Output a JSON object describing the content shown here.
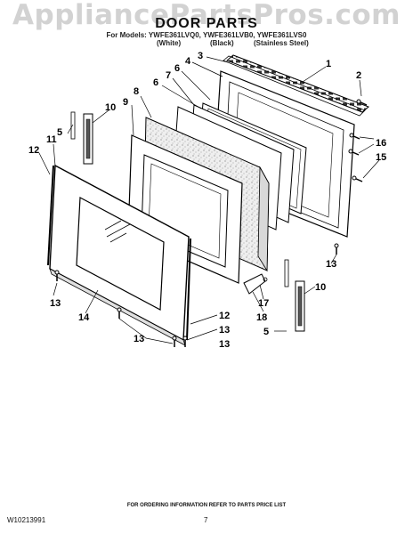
{
  "watermark": "AppliancePartsPros.com",
  "title": "DOOR PARTS",
  "models": "For Models: YWFE361LVQ0, YWFE361LVB0, YWFE361LVS0",
  "finishes": {
    "white": "(White)",
    "black": "(Black)",
    "stainless": "(Stainless Steel)"
  },
  "callouts": [
    "1",
    "2",
    "3",
    "4",
    "5",
    "5",
    "6",
    "6",
    "7",
    "8",
    "9",
    "10",
    "10",
    "11",
    "12",
    "12",
    "13",
    "13",
    "13",
    "13",
    "13",
    "14",
    "15",
    "16",
    "17",
    "18"
  ],
  "footer": {
    "ordering_note": "FOR ORDERING INFORMATION REFER TO PARTS PRICE LIST",
    "document_number": "W10213991",
    "page_number": "7"
  }
}
